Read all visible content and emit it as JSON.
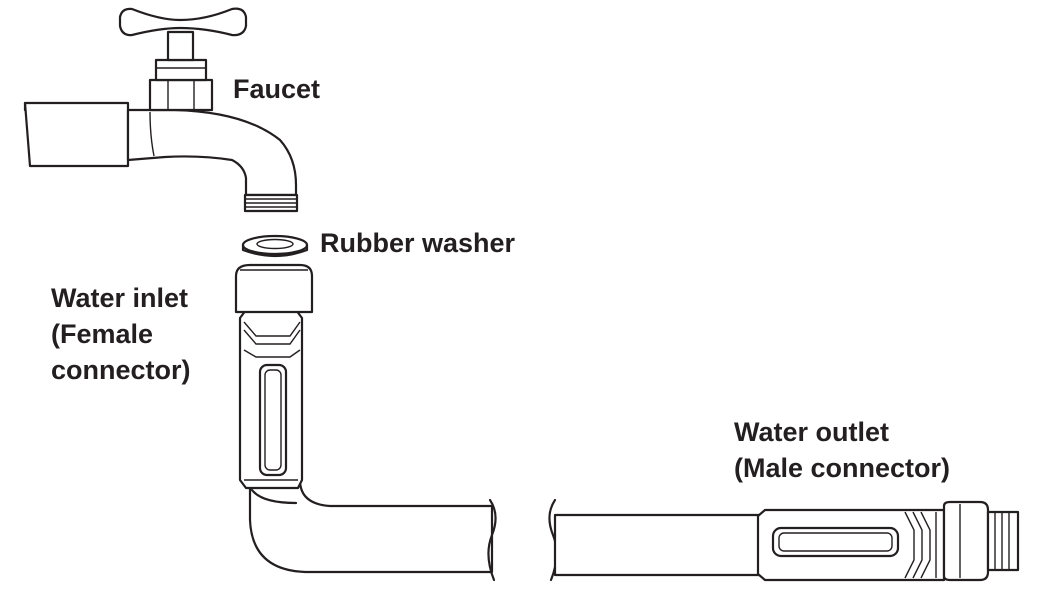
{
  "labels": {
    "faucet": "Faucet",
    "rubber_washer": "Rubber washer",
    "water_inlet": [
      "Water inlet",
      "(Female",
      "connector)"
    ],
    "water_outlet": [
      "Water outlet",
      "(Male connector)"
    ]
  },
  "colors": {
    "line": "#231f20",
    "background": "#ffffff"
  }
}
